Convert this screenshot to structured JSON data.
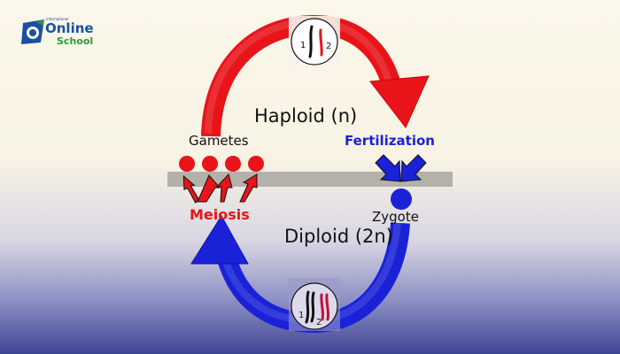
{
  "logo": {
    "tagline": "international",
    "name_part1": "Online",
    "name_part2": "School"
  },
  "diagram": {
    "haploid_label": "Haploid (n)",
    "diploid_label": "Diploid (2n)",
    "gametes_label": "Gametes",
    "fertilization_label": "Fertilization",
    "meiosis_label": "Meiosis",
    "zygote_label": "Zygote",
    "top_chromosome_numbers": [
      "1",
      "2"
    ],
    "bottom_chromosome_numbers": [
      "1",
      "2"
    ]
  },
  "colors": {
    "haploid": "#e8141a",
    "diploid": "#1a22d8",
    "divider": "#b4b1aa",
    "text": "#111111"
  }
}
